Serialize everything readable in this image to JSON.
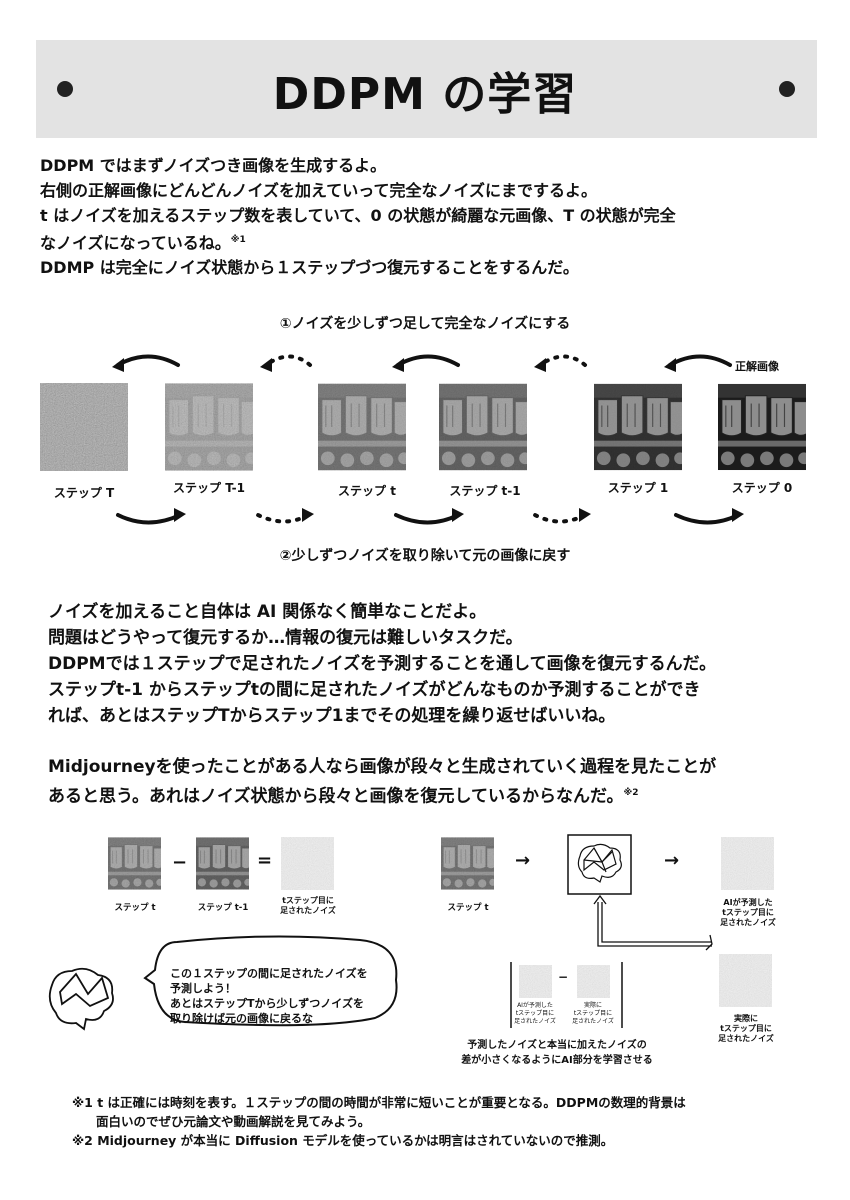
{
  "title": "DDPM の学習",
  "intro": {
    "lines": [
      "DDPM ではまずノイズつき画像を生成するよ。",
      "右側の正解画像にどんどんノイズを加えていって完全なノイズにまでするよ。",
      "t はノイズを加えるステップ数を表していて、0 の状態が綺麗な元画像、T の状態が完全",
      "なノイズになっているね。",
      "DDMP は完全にノイズ状態から１ステップづつ復元することをするんだ。"
    ],
    "note_mark": "※1"
  },
  "process": {
    "caption_forward": "①ノイズを少しずつ足して完全なノイズにする",
    "caption_reverse": "②少しずつノイズを取り除いて元の画像に戻す",
    "correct_image_label": "正解画像",
    "steps": [
      "ステップ T",
      "ステップ T-1",
      "ステップ t",
      "ステップ t-1",
      "ステップ 1",
      "ステップ 0"
    ]
  },
  "middle": {
    "lines": [
      "ノイズを加えること自体は AI 関係なく簡単なことだよ。",
      "問題はどうやって復元するか…情報の復元は難しいタスクだ。",
      "DDPMでは１ステップで足されたノイズを予測することを通して画像を復元するんだ。",
      "ステップt-1 からステップtの間に足されたノイズがどんなものか予測することができ",
      "れば、あとはステップTからステップ1までその処理を繰り返せばいいね。"
    ],
    "mj_lines": [
      "Midjourneyを使ったことがある人なら画像が段々と生成されていく過程を見たことが",
      "あると思う。あれはノイズ状態から段々と画像を復元しているからなんだ。"
    ],
    "note_mark": "※2"
  },
  "diagram": {
    "left": {
      "label_t": "ステップ t",
      "label_t1": "ステップ t-1",
      "minus": "−",
      "equals": "=",
      "noise_label": [
        "tステップ目に",
        "足されたノイズ"
      ]
    },
    "bubble": [
      "この１ステップの間に足されたノイズを",
      "予測しよう！",
      "あとはステップTから少しずつノイズを",
      "取り除けば元の画像に戻るな"
    ],
    "right": {
      "label_t": "ステップ t",
      "arrow": "→",
      "predicted_label": [
        "AIが予測した",
        "tステップ目に",
        "足されたノイズ"
      ],
      "actual_label": [
        "実際に",
        "tステップ目に",
        "足されたノイズ"
      ],
      "box_predicted": [
        "AIが予測した",
        "tステップ目に",
        "足されたノイズ"
      ],
      "box_actual": [
        "実際に",
        "tステップ目に",
        "足されたノイズ"
      ],
      "box_minus": "−",
      "caption": [
        "予測したノイズと本当に加えたノイズの",
        "差が小さくなるようにAI部分を学習させる"
      ]
    }
  },
  "footnotes": [
    "※1 t は正確には時刻を表す。１ステップの間の時間が非常に短いことが重要となる。DDPMの数理的背景は",
    "面白いのでぜひ元論文や動画解説を見てみよう。",
    "※2 Midjourney が本当に Diffusion モデルを使っているかは明言はされていないので推測。"
  ]
}
